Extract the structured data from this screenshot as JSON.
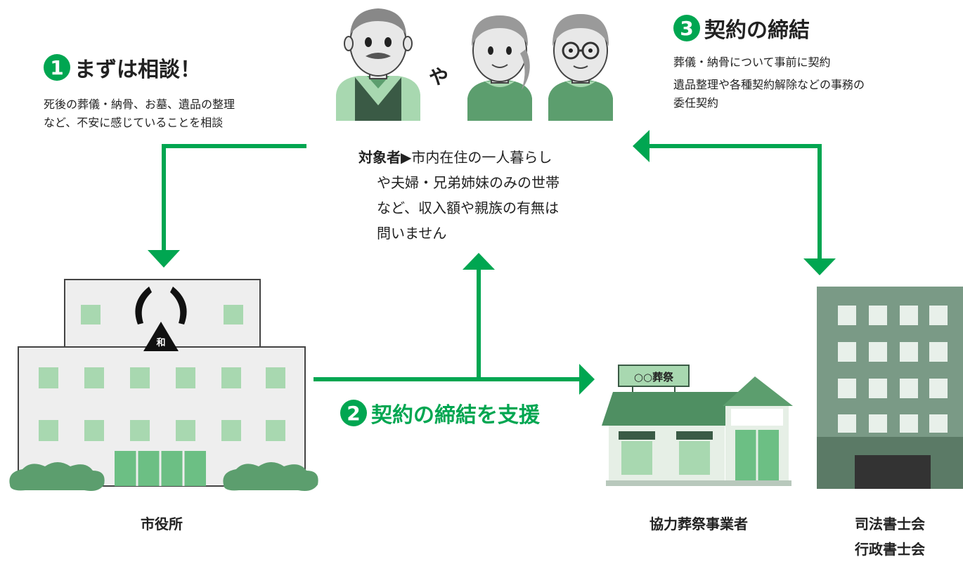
{
  "colors": {
    "green": "#00a651",
    "light_green": "#a8d8b0",
    "mid_green": "#5c9e6e",
    "dark_green": "#3a5a45",
    "gray_building": "#eeeeee",
    "outline": "#444444"
  },
  "step1": {
    "number": "1",
    "title": "まずは相談！",
    "desc_lines": [
      "死後の葬儀・納骨、お墓、遺品の整理",
      "など、不安に感じていることを相談"
    ]
  },
  "step2": {
    "number": "2",
    "title": "契約の締結を支援"
  },
  "step3": {
    "number": "3",
    "title": "契約の締結",
    "desc_lines": [
      "葬儀・納骨について事前に契約",
      "遺品整理や各種契約解除などの事務の",
      "委任契約"
    ]
  },
  "people": {
    "or_label": "や"
  },
  "target": {
    "label": "対象者",
    "arrow_glyph": "▶",
    "lines": [
      "市内在住の一人暮らし",
      "や夫婦・兄弟姉妹のみの世帯",
      "など、収入額や親族の有無は",
      "問いません"
    ]
  },
  "city_hall": {
    "emblem_char": "和",
    "caption": "市役所"
  },
  "funeral_home": {
    "sign_text": "○○葬祭",
    "caption": "協力葬祭事業者"
  },
  "office": {
    "caption_lines": [
      "司法書士会",
      "行政書士会"
    ]
  }
}
